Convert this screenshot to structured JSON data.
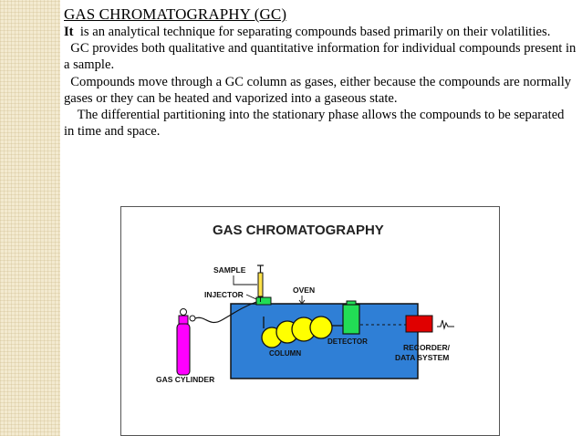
{
  "slide": {
    "title": "GAS CHROMATOGRAPHY (GC)",
    "para1_lead": "It",
    "para1_rest": "  is an analytical technique for separating compounds based primarily on their volatilities.",
    "para2": "  GC provides both qualitative and quantitative information for individual compounds present in a sample.",
    "para3": "  Compounds move through a GC column as gases, either because the compounds are normally gases or they can be heated and vaporized into a gaseous state.",
    "para4": "    The differential partitioning into the stationary phase allows the compounds to be separated in time and space."
  },
  "diagram": {
    "title": "GAS CHROMATOGRAPHY",
    "labels": {
      "sample": "SAMPLE",
      "injector": "INJECTOR",
      "oven": "OVEN",
      "detector": "DETECTOR",
      "column": "COLUMN",
      "recorder_line1": "RECORDER/",
      "recorder_line2": "DATA SYSTEM",
      "gas_cylinder": "GAS CYLINDER"
    },
    "colors": {
      "oven": "#2f7fd6",
      "column": "#ffff00",
      "detector": "#22dd55",
      "recorder": "#e00000",
      "cylinder": "#ff00ff",
      "syringe": "#ffe24a"
    }
  }
}
